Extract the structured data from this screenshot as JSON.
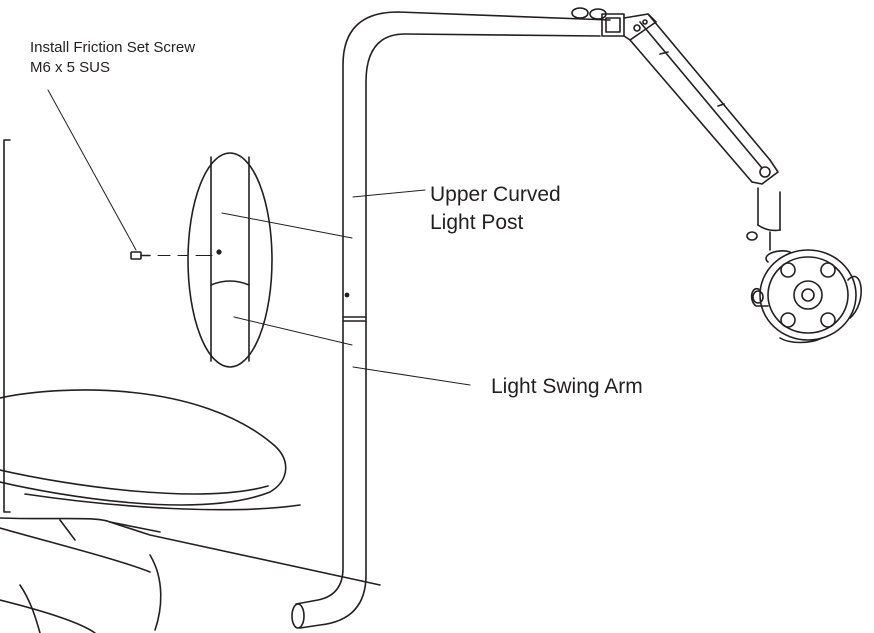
{
  "callouts": {
    "screw_line1": "Install Friction Set Screw",
    "screw_line2": "M6 x 5 SUS",
    "post_line1": "Upper Curved",
    "post_line2": "Light Post",
    "swing_arm": "Light Swing Arm"
  },
  "colors": {
    "line": "#231f20",
    "background": "#ffffff"
  }
}
